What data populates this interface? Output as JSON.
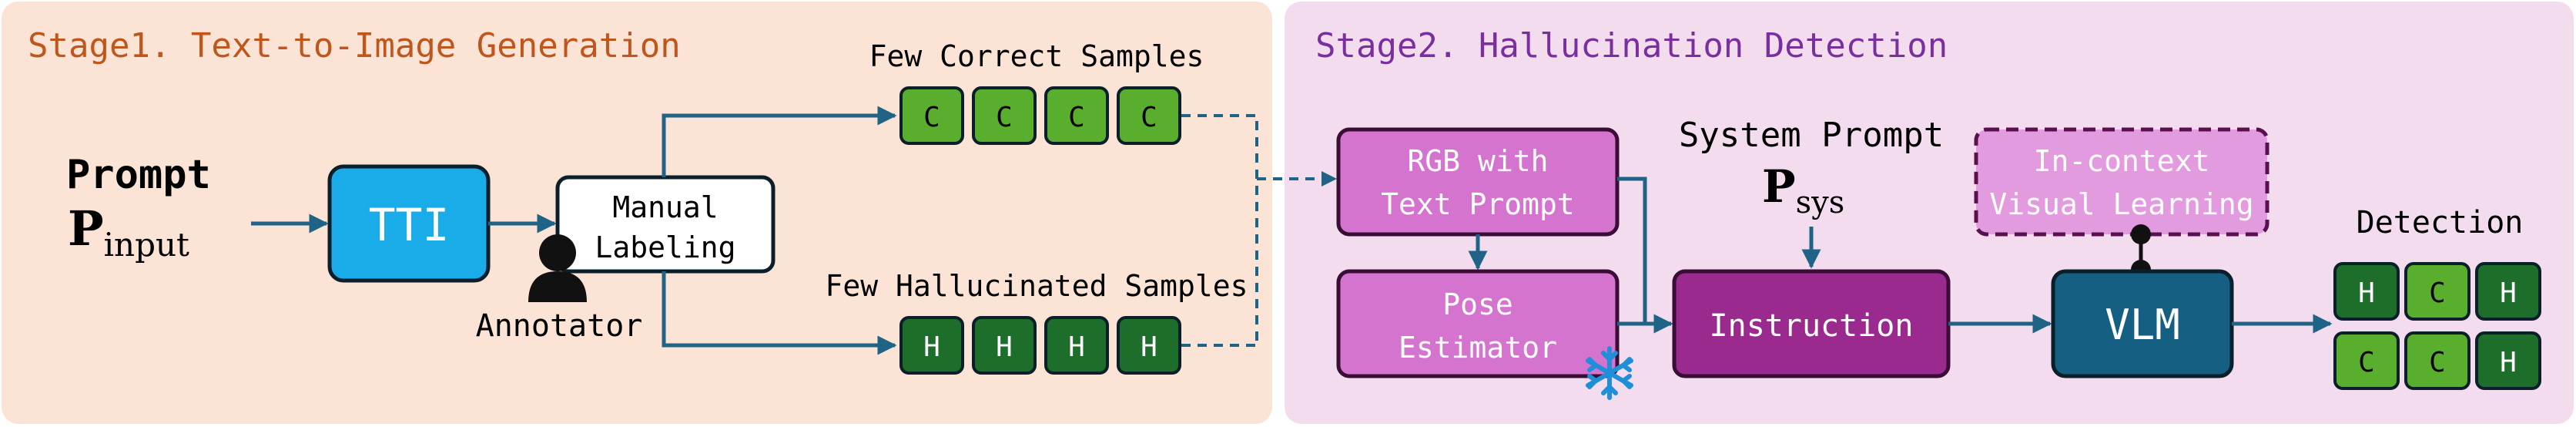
{
  "stage1": {
    "title": "Stage1. Text-to-Image Generation",
    "prompt_label": "Prompt",
    "prompt_symbol": "P",
    "prompt_subscript": "input",
    "tti_label": "TTI",
    "manual_labeling_line1": "Manual",
    "manual_labeling_line2": "Labeling",
    "annotator_label": "Annotator",
    "correct_title": "Few Correct Samples",
    "correct_tiles": [
      "C",
      "C",
      "C",
      "C"
    ],
    "hallucinated_title": "Few Hallucinated Samples",
    "hallucinated_tiles": [
      "H",
      "H",
      "H",
      "H"
    ]
  },
  "stage2": {
    "title": "Stage2. Hallucination Detection",
    "rgb_line1": "RGB with",
    "rgb_line2": "Text Prompt",
    "pose_line1": "Pose",
    "pose_line2": "Estimator",
    "system_prompt_label": "System Prompt",
    "sys_symbol": "P",
    "sys_subscript": "sys",
    "instruction_label": "Instruction",
    "icvl_line1": "In-context",
    "icvl_line2": "Visual Learning",
    "vlm_label": "VLM",
    "detection_title": "Detection",
    "detection_row1": [
      "H",
      "C",
      "H"
    ],
    "detection_row2": [
      "C",
      "C",
      "H"
    ]
  },
  "colors": {
    "stage1_bg": "#fbe3d5",
    "stage2_bg": "#f4dcef",
    "stage1_title": "#c0561c",
    "stage2_title": "#7a2fa0",
    "arrow": "#1f6487",
    "tti_fill": "#1aabe9",
    "correct_fill": "#5aae2e",
    "hallucinated_fill": "#1e6e2b",
    "magenta_fill": "#d474cf",
    "instruction_fill": "#9b2a8f",
    "vlm_fill": "#155f82",
    "icvl_fill": "#e39be0",
    "snowflake": "#1f8fd8"
  }
}
